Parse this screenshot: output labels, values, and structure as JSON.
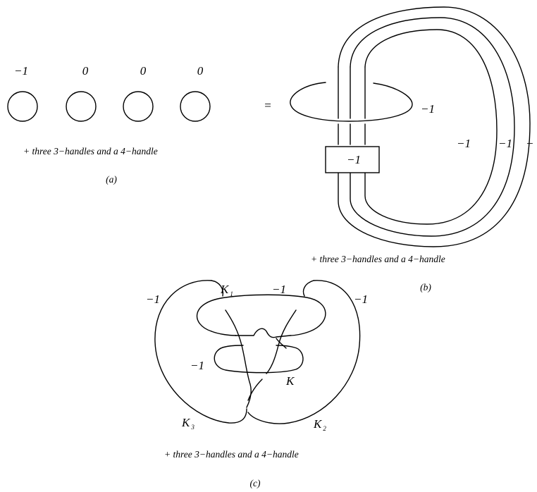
{
  "panel_a": {
    "framings": [
      "−1",
      "0",
      "0",
      "0"
    ],
    "caption": "+ three  3−handles and a 4−handle",
    "label": "(a)"
  },
  "equals_sign": "=",
  "panel_b": {
    "framing_loop": "−1",
    "twist_box": "−1",
    "framing_strand_1": "−1",
    "framing_strand_2": "−1",
    "framing_strand_3": "−",
    "caption": "+ three  3−handles and a 4−handle",
    "label": "(b)"
  },
  "panel_c": {
    "k1_letter": "K",
    "k1_sub": "1",
    "k1_framing": "−1",
    "k2_letter": "K",
    "k2_sub": "2",
    "k2_framing": "−1",
    "k3_letter": "K",
    "k3_sub": "3",
    "k3_framing": "−1",
    "k_letter": "K",
    "k_framing": "−1",
    "caption": "+ three  3−handles and a 4−handle",
    "label": "(c)"
  }
}
